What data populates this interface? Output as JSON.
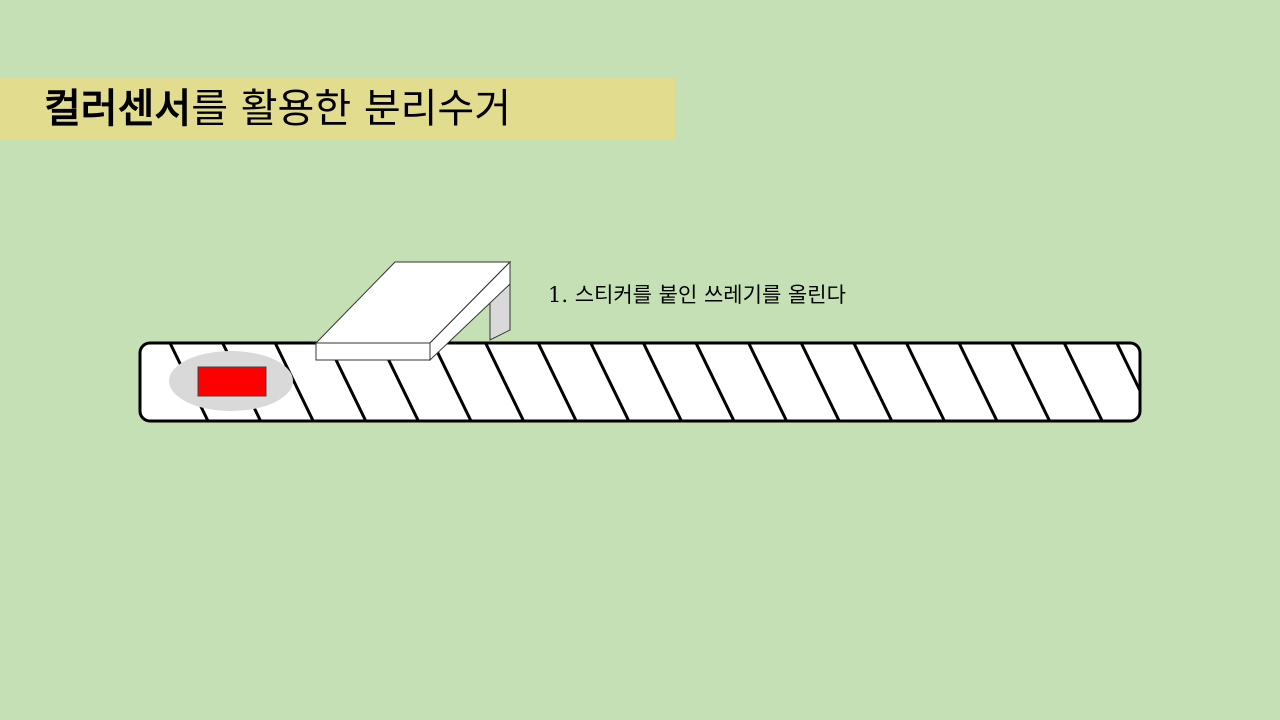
{
  "slide": {
    "title_sensor": "컬러센서",
    "title_rest": "를 활용한 분리수거",
    "step": "1.  스티커를 붙인 쓰레기를 올린다"
  },
  "colors": {
    "background": "#c5e0b4",
    "title_band": "#e2dc8e",
    "sticker": "#ff0000",
    "sensor_spot": "#d9d9d9",
    "belt": "#ffffff",
    "outline": "#000000"
  }
}
